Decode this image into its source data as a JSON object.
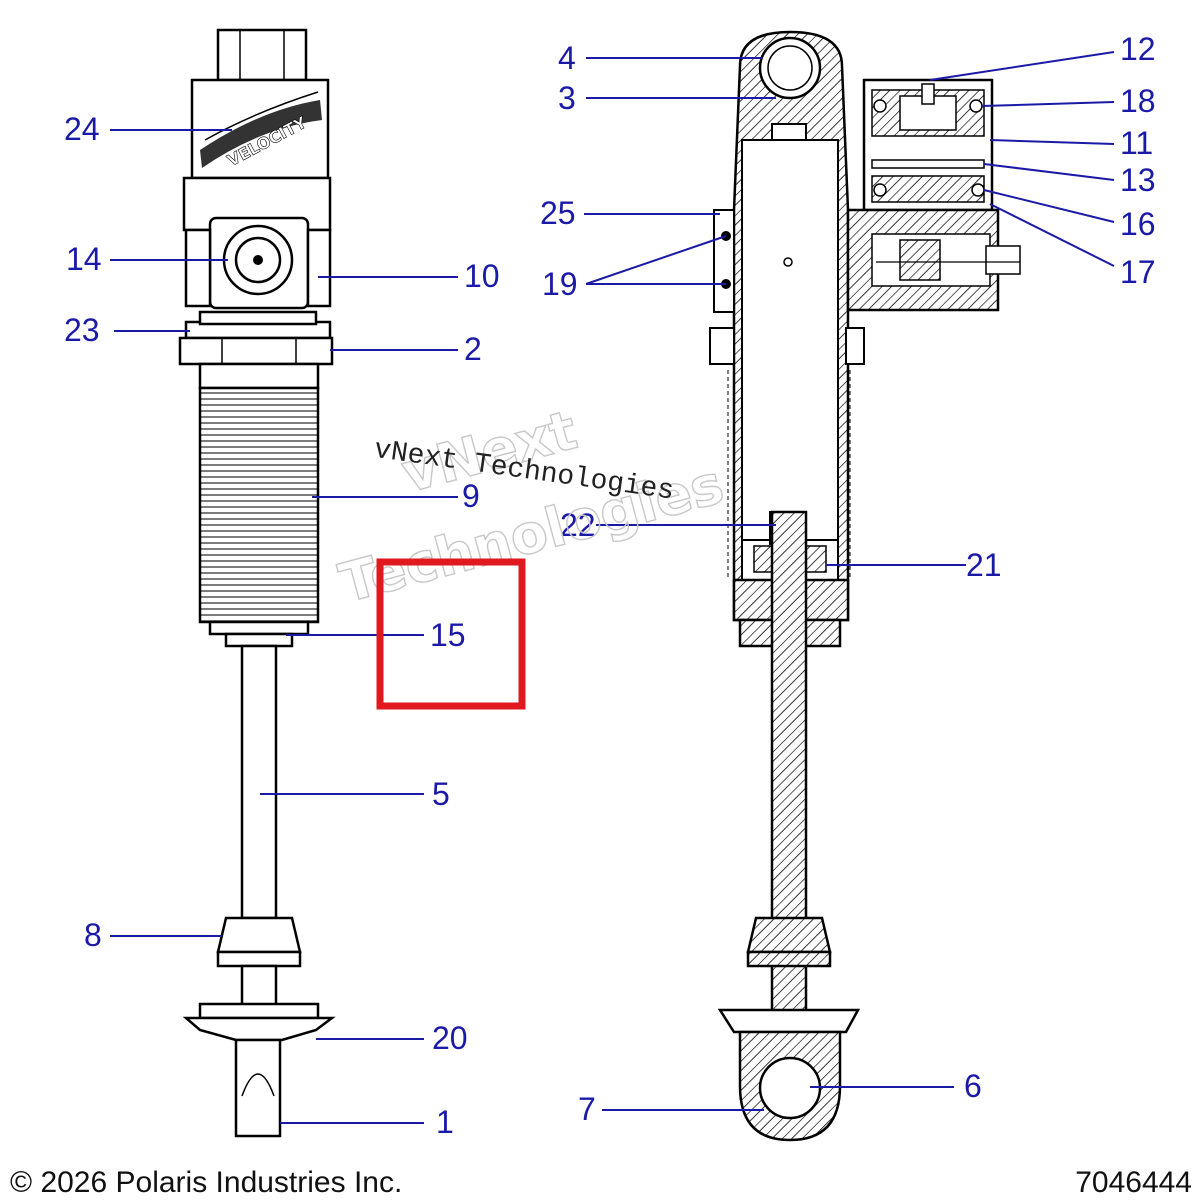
{
  "callouts": {
    "c1": "1",
    "c2": "2",
    "c3": "3",
    "c4": "4",
    "c5": "5",
    "c6": "6",
    "c7": "7",
    "c8": "8",
    "c9": "9",
    "c10": "10",
    "c11": "11",
    "c12": "12",
    "c13": "13",
    "c14": "14",
    "c15": "15",
    "c16": "16",
    "c17": "17",
    "c18": "18",
    "c19": "19",
    "c20": "20",
    "c21": "21",
    "c22": "22",
    "c23": "23",
    "c24": "24",
    "c25": "25"
  },
  "watermark": {
    "line1": "vNext",
    "line2": "Technologies",
    "overlay": "vNext Technologies"
  },
  "highlight_color": "#e0191f",
  "callout_color": "#1a1aa6",
  "footer": {
    "copyright": "© 2026 Polaris Industries Inc.",
    "part_number": "7046444"
  }
}
